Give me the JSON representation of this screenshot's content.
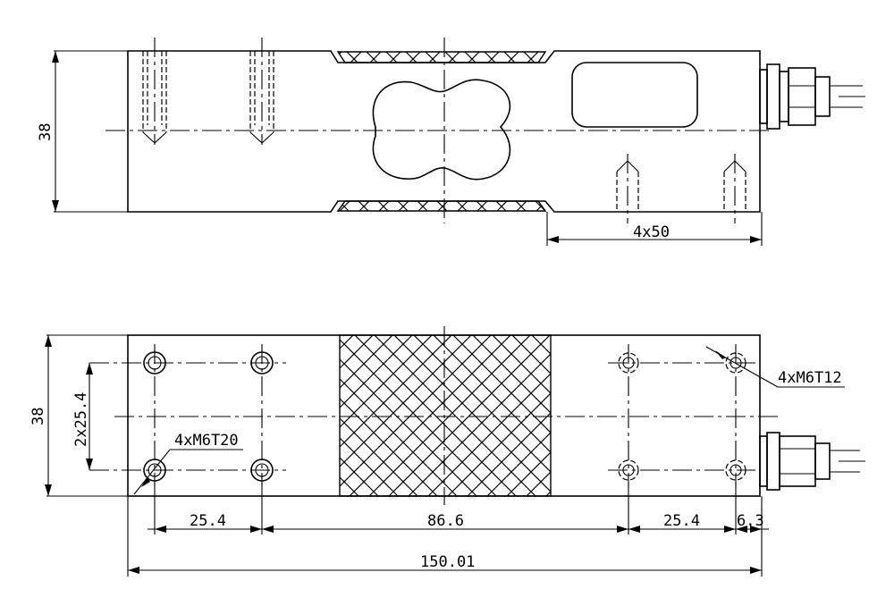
{
  "dimensions": {
    "height_top": "38",
    "length_4x50": "4x50",
    "height_bottom": "38",
    "hole_spacing_vertical": "2x25.4",
    "thread_left": "4xM6T20",
    "thread_right": "4xM6T12",
    "dim_25_4_left": "25.4",
    "dim_86_6": "86.6",
    "dim_25_4_right": "25.4",
    "dim_6_3": "6.3",
    "overall_length": "150.01"
  },
  "colors": {
    "line": "#000000",
    "background": "#ffffff"
  }
}
